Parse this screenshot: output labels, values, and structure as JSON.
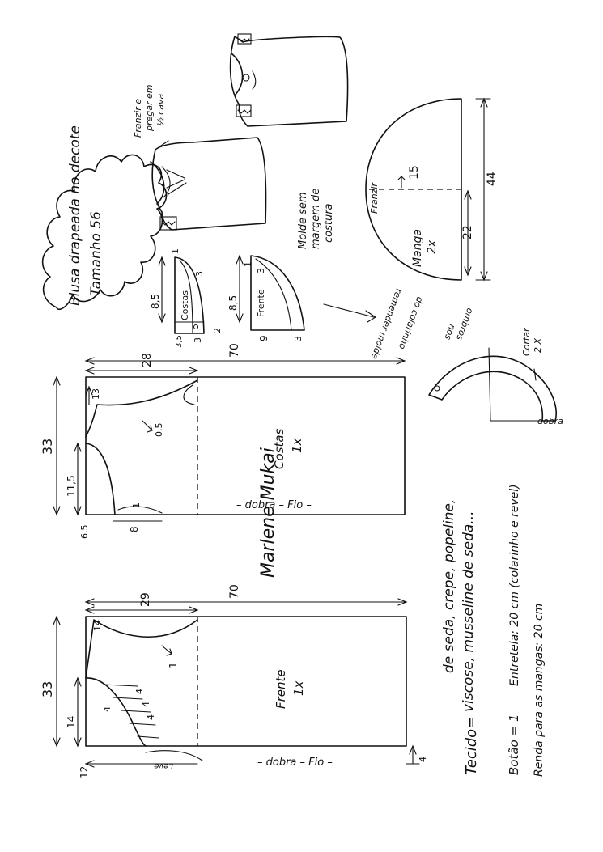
{
  "title": {
    "line1": "Blusa drapeada no decote",
    "line2": "Tamanho 56"
  },
  "sketch_note": {
    "line1": "Franzir e",
    "line2": "pregar em",
    "line3": "½ cava"
  },
  "molde_note": {
    "line1": "Molde sem",
    "line2": "margem de",
    "line3": "costura"
  },
  "manga": {
    "label": "Manga",
    "qty": "2x",
    "franzir": "Franzir",
    "dim_44": "44",
    "dim_22": "22",
    "dim_15": "15"
  },
  "costas_facing": {
    "label": "Costas",
    "dim_85": "8,5",
    "dim_35": "3,5",
    "dim_3a": "3",
    "dim_3b": "3",
    "dim_1": "1",
    "dim_2": "2"
  },
  "frente_facing": {
    "label": "Frente",
    "dim_85": "8,5",
    "dim_9": "9",
    "dim_3a": "3",
    "dim_3b": "3",
    "dim_1": "1"
  },
  "collar": {
    "note1": "remender molde",
    "note2": "do colarinho",
    "note3": "nos",
    "note4": "ombros",
    "cortar": "Cortar",
    "cortar_qty": "2 X",
    "dobra": "dobra"
  },
  "costas": {
    "label": "Costas",
    "qty": "1x",
    "dobra_fio": "– dobra – Fio –",
    "dim_70": "70",
    "dim_33": "33",
    "dim_28": "28",
    "dim_115": "11,5",
    "dim_13": "13",
    "dim_05": "0,5",
    "dim_65": "6,5",
    "dim_8": "8",
    "dim_1": "1"
  },
  "frente": {
    "label": "Frente",
    "qty": "1x",
    "dobra_fio": "– dobra – Fio –",
    "dim_70": "70",
    "dim_33": "33",
    "dim_29": "29",
    "dim_14a": "14",
    "dim_14b": "14",
    "dim_12": "12",
    "dim_4a": "4",
    "dim_4b": "4",
    "dim_4c": "4",
    "dim_4d": "4",
    "dim_1": "1",
    "dim_4bottom": "4",
    "leve": "Leve"
  },
  "signature": "Marlene Mukai",
  "materials": {
    "tecido_label": "Tecido=",
    "tecido_line1": "de seda, crepe, popeline,",
    "tecido_line2": "viscose, musseline de seda...",
    "botao": "Botão = 1",
    "entretela": "Entretela: 20 cm (colarinho e revel)",
    "renda": "Renda para as mangas: 20 cm"
  }
}
